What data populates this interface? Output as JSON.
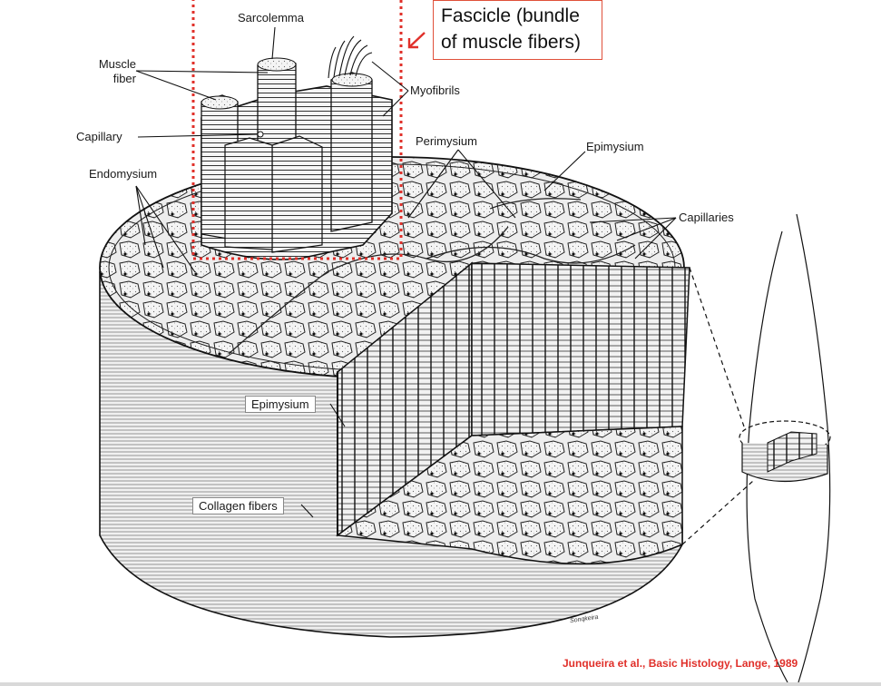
{
  "callout": {
    "line1": "Fascicle (bundle",
    "line2": "of muscle fibers)"
  },
  "labels": {
    "sarcolemma": "Sarcolemma",
    "muscle_fiber_1": "Muscle",
    "muscle_fiber_2": "fiber",
    "myofibrils": "Myofibrils",
    "capillary": "Capillary",
    "endomysium": "Endomysium",
    "perimysium": "Perimysium",
    "epimysium_top": "Epimysium",
    "capillaries": "Capillaries",
    "epimysium_side": "Epimysium",
    "collagen_fibers": "Collagen fibers"
  },
  "citation": "Junqueira et al., Basic Histology, Lange, 1989",
  "signature": "Sonqkeira",
  "colors": {
    "accent": "#e0302a",
    "ink": "#1a1a1a"
  }
}
